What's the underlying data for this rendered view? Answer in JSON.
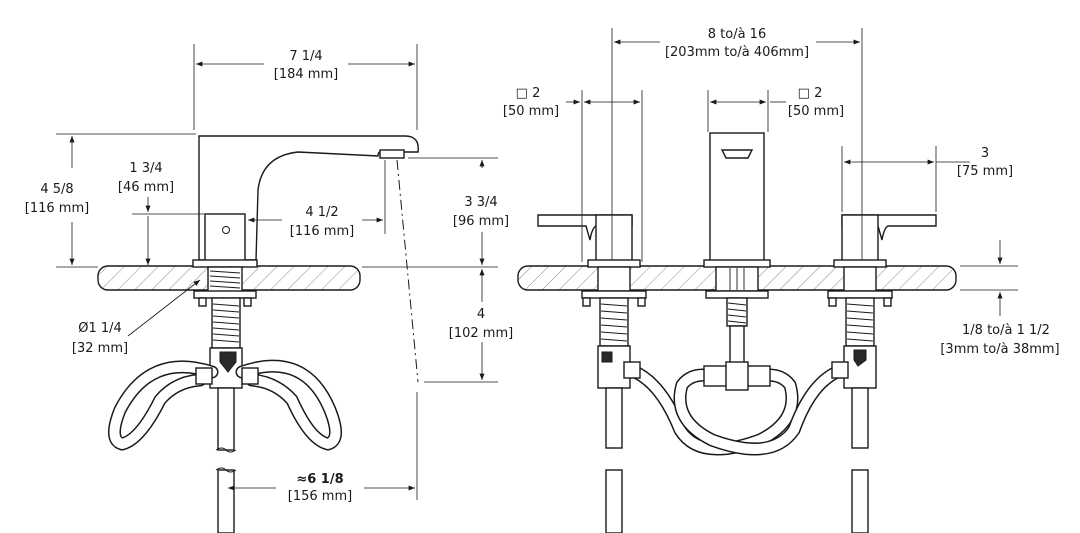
{
  "side_view": {
    "spout_length": {
      "imperial": "7 1/4",
      "metric": "[184 mm]"
    },
    "overall_height": {
      "imperial": "4 5/8",
      "metric": "[116 mm]"
    },
    "handle_height": {
      "imperial": "1 3/4",
      "metric": "[46 mm]"
    },
    "spout_reach": {
      "imperial": "4 1/2",
      "metric": "[116 mm]"
    },
    "spout_clearance": {
      "imperial": "3 3/4",
      "metric": "[96 mm]"
    },
    "hole_diameter": {
      "imperial": "Ø1 1/4",
      "metric": "[32 mm]"
    },
    "below_deck": {
      "imperial": "4",
      "metric": "[102 mm]"
    },
    "hose_spread": {
      "imperial": "≈6 1/8",
      "metric": "[156 mm]"
    }
  },
  "front_view": {
    "centers": {
      "imperial": "8 to/à 16",
      "metric": "[203mm to/à 406mm]"
    },
    "handle_square": {
      "imperial": "□ 2",
      "metric": "[50 mm]"
    },
    "spout_square": {
      "imperial": "□ 2",
      "metric": "[50 mm]"
    },
    "handle_length": {
      "imperial": "3",
      "metric": "[75 mm]"
    },
    "deck_thickness": {
      "imperial": "1/8 to/à 1 1/2",
      "metric": "[3mm to/à 38mm]"
    }
  }
}
